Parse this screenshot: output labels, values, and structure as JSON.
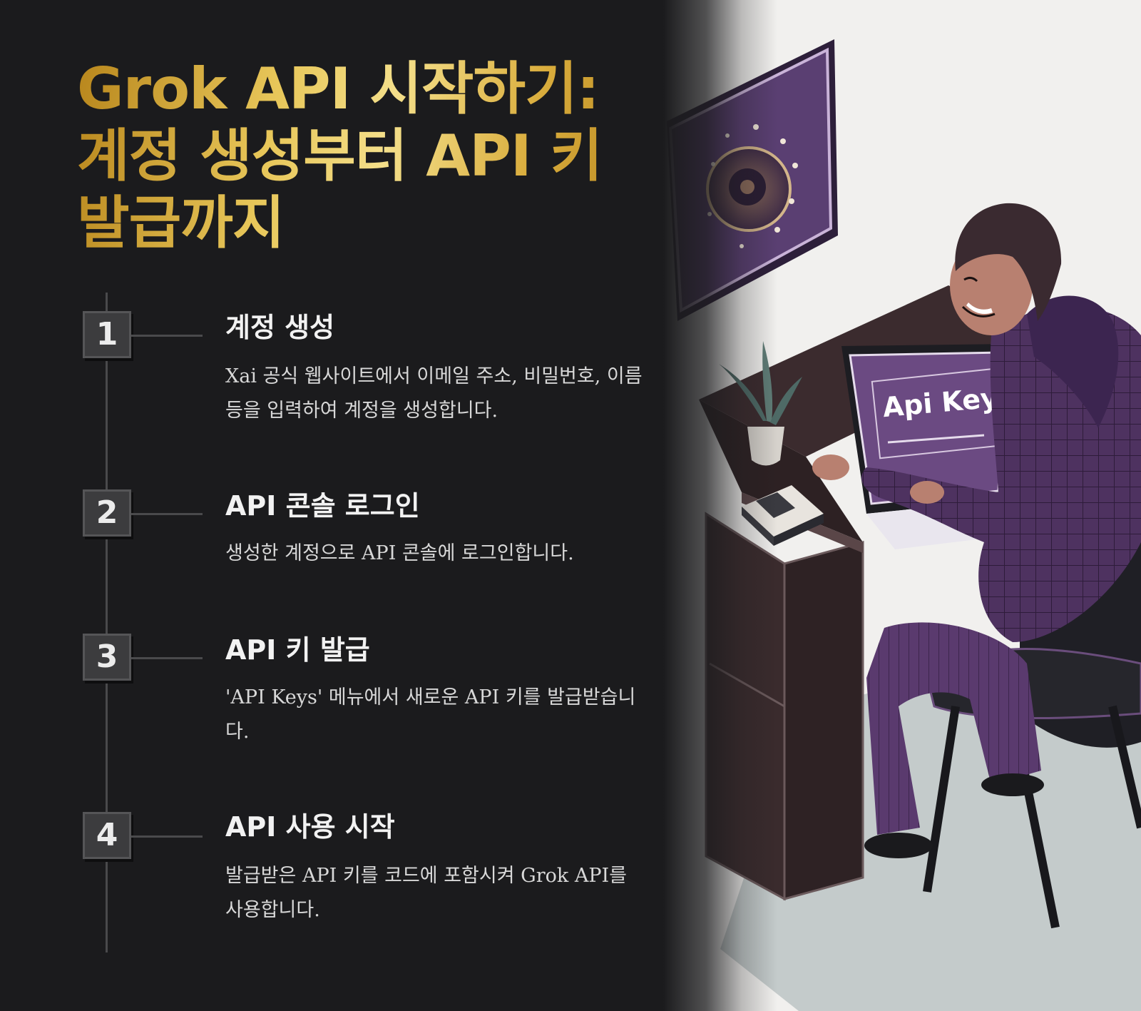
{
  "title": "Grok API 시작하기: 계정 생성부터 API 키 발급까지",
  "steps": [
    {
      "number": "1",
      "title": "계정 생성",
      "description": "Xai 공식 웹사이트에서 이메일 주소, 비밀번호, 이름 등을 입력하여 계정을 생성합니다."
    },
    {
      "number": "2",
      "title": "API 콘솔 로그인",
      "description": "생성한 계정으로 API 콘솔에 로그인합니다."
    },
    {
      "number": "3",
      "title": "API 키 발급",
      "description": "'API Keys' 메뉴에서 새로운 API 키를 발급받습니다."
    },
    {
      "number": "4",
      "title": "API 사용 시작",
      "description": "발급받은 API 키를 코드에 포함시켜 Grok API를 사용합니다."
    }
  ],
  "illustration": {
    "laptop_screen_text": "Api Key",
    "colors": {
      "background": "#1b1b1d",
      "title_gold": "#e8c75a",
      "purple": "#5e3f72",
      "desk": "#3a2a2c"
    }
  }
}
